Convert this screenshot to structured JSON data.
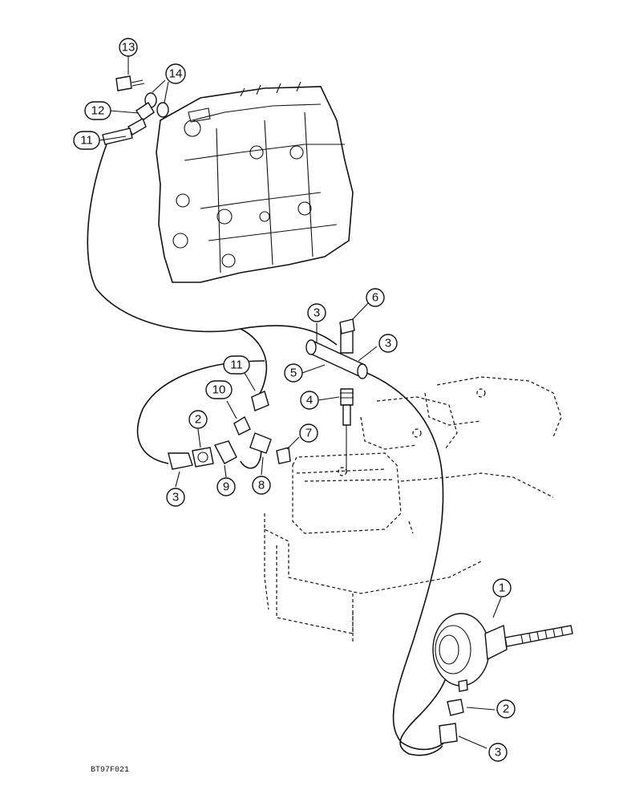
{
  "figure_id": "BT97F021",
  "callouts": [
    {
      "id": "c13a",
      "label": "13"
    },
    {
      "id": "c14a",
      "label": "14"
    },
    {
      "id": "c12a",
      "label": "12"
    },
    {
      "id": "c11a",
      "label": "11"
    },
    {
      "id": "c6",
      "label": "6"
    },
    {
      "id": "c3a",
      "label": "3"
    },
    {
      "id": "c3b",
      "label": "3"
    },
    {
      "id": "c5",
      "label": "5"
    },
    {
      "id": "c11b",
      "label": "11"
    },
    {
      "id": "c10",
      "label": "10"
    },
    {
      "id": "c4",
      "label": "4"
    },
    {
      "id": "c2a",
      "label": "2"
    },
    {
      "id": "c7",
      "label": "7"
    },
    {
      "id": "c3c",
      "label": "3"
    },
    {
      "id": "c9",
      "label": "9"
    },
    {
      "id": "c8",
      "label": "8"
    },
    {
      "id": "c1",
      "label": "1"
    },
    {
      "id": "c2b",
      "label": "2"
    },
    {
      "id": "c3d",
      "label": "3"
    }
  ]
}
